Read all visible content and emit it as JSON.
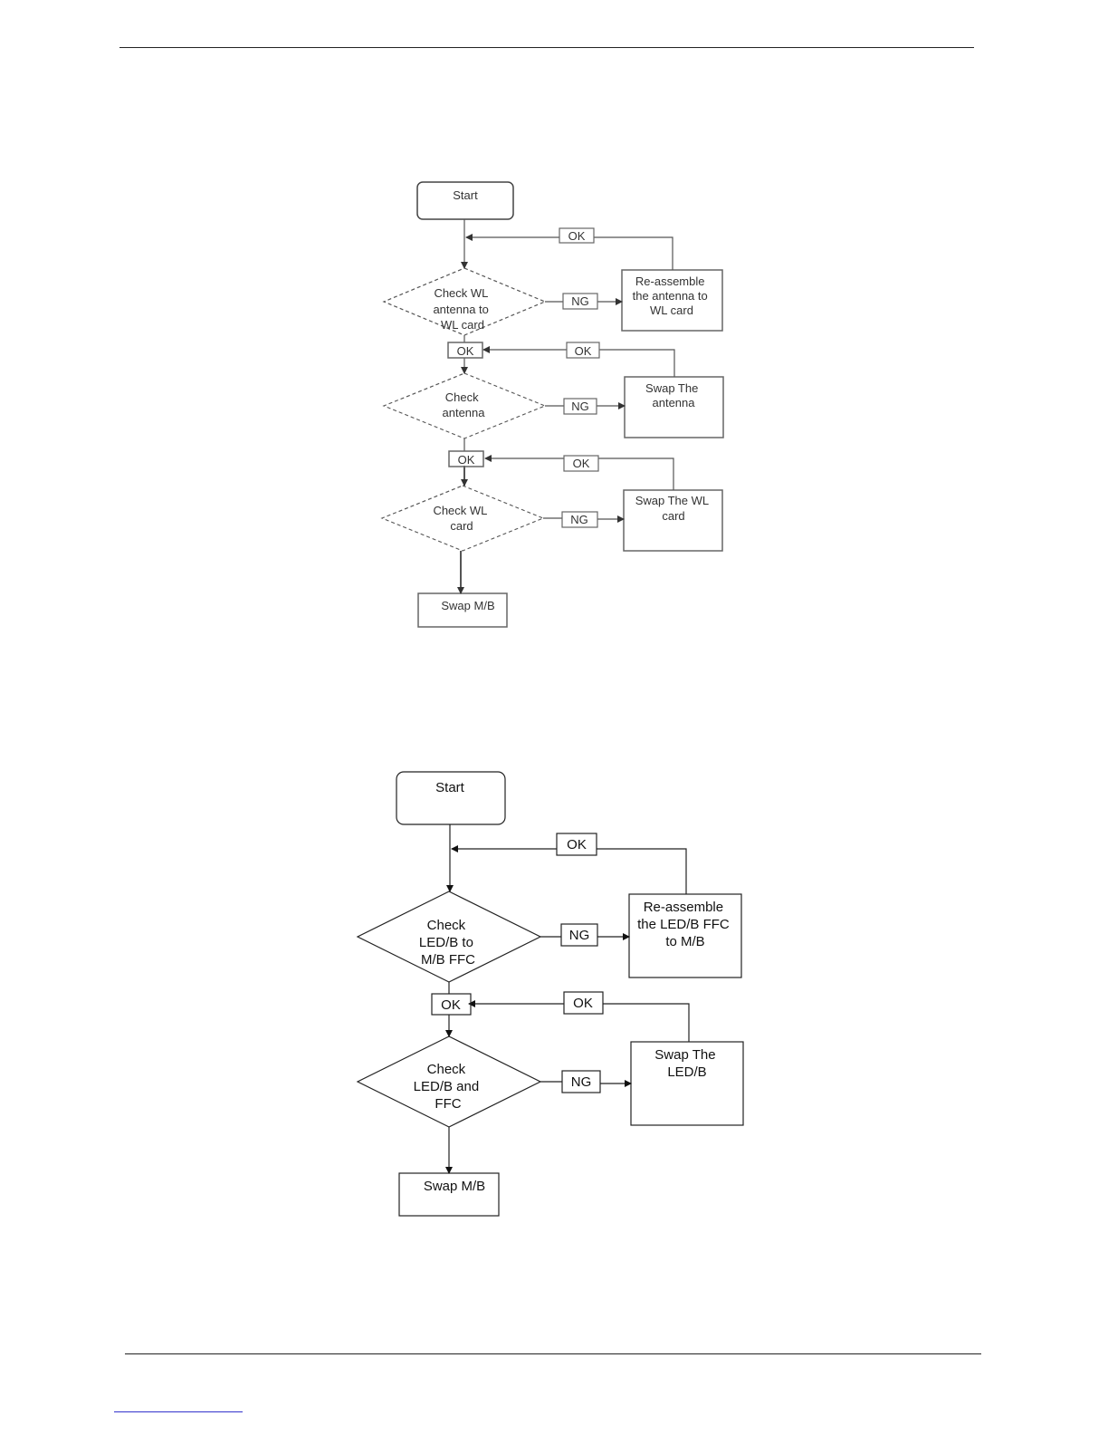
{
  "chart1": {
    "start": "Start",
    "d1": [
      "Check WL",
      "antenna to",
      "WL card"
    ],
    "d2": [
      "Check",
      "antenna"
    ],
    "d3": [
      "Check WL",
      "card"
    ],
    "b1": [
      "Re-assemble",
      "the antenna to",
      "WL card"
    ],
    "b2": [
      "Swap The",
      "antenna"
    ],
    "b3": [
      "Swap The WL",
      "card"
    ],
    "end": "Swap M/B",
    "ok": "OK",
    "ng": "NG"
  },
  "chart2": {
    "start": "Start",
    "d1": [
      "Check",
      "LED/B to",
      "M/B FFC"
    ],
    "d2": [
      "Check",
      "LED/B  and",
      "FFC"
    ],
    "b1": [
      "Re-assemble",
      "the LED/B FFC",
      "to M/B"
    ],
    "b2": [
      "Swap The",
      "LED/B"
    ],
    "end": "Swap M/B",
    "ok": "OK",
    "ng": "NG"
  }
}
